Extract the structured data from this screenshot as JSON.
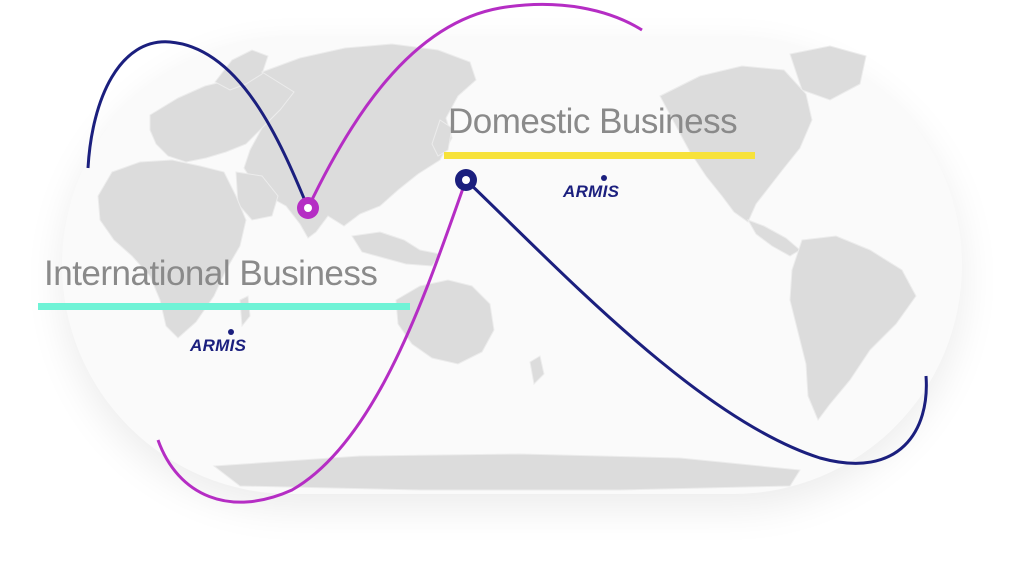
{
  "colors": {
    "background": "#ffffff",
    "land": "#dcdcdc",
    "heading_text": "#8a8a8a",
    "navy": "#1b1f7e",
    "magenta": "#b52dc4",
    "domestic_accent": "#f7e23a",
    "international_accent": "#6ff3d6"
  },
  "domestic": {
    "title": "Domestic Business",
    "logo_text": "ARMIS"
  },
  "international": {
    "title": "International Business",
    "logo_text": "ARMIS"
  },
  "markers": [
    {
      "name": "india-marker",
      "color": "magenta"
    },
    {
      "name": "korea-marker",
      "color": "navy"
    }
  ]
}
